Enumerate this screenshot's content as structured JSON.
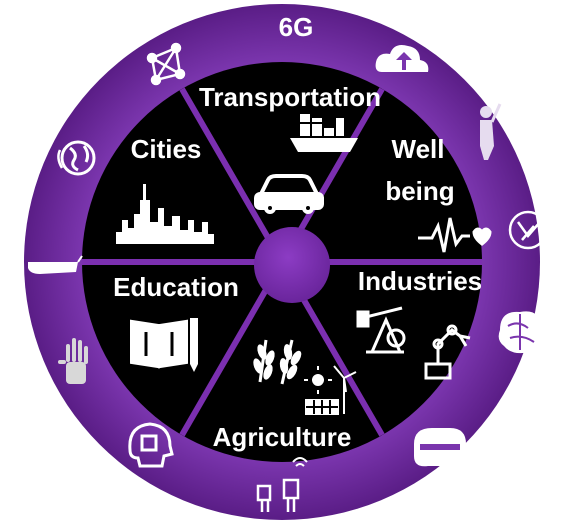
{
  "diagram": {
    "title": "6G",
    "colors": {
      "ring": "#6a2a9a",
      "ring_dark": "#4a1570",
      "inner": "#000000",
      "hub": "#7b2fb0",
      "text": "#ffffff",
      "icon": "#ffffff"
    },
    "segments": [
      {
        "label": "Transportation",
        "icons": [
          "cargo-ship-icon",
          "car-icon"
        ]
      },
      {
        "label_lines": [
          "Well",
          "being"
        ],
        "icons": [
          "heartbeat-icon"
        ]
      },
      {
        "label": "Industries",
        "icons": [
          "oil-pump-icon",
          "robot-arm-icon"
        ]
      },
      {
        "label": "Agriculture",
        "icons": [
          "wheat-icon",
          "solar-wind-icon"
        ]
      },
      {
        "label": "Education",
        "icons": [
          "book-icon",
          "pencil-icon"
        ]
      },
      {
        "label": "Cities",
        "icons": [
          "skyline-icon"
        ]
      }
    ],
    "ring_icons": [
      "network-nodes-icon",
      "cloud-upload-icon",
      "hologram-person-icon",
      "brain-chip-icon",
      "brain-icon",
      "vr-headset-icon",
      "robots-icon",
      "head-chip-icon",
      "robot-hand-icon",
      "smart-glasses-icon",
      "globe-icon"
    ]
  }
}
